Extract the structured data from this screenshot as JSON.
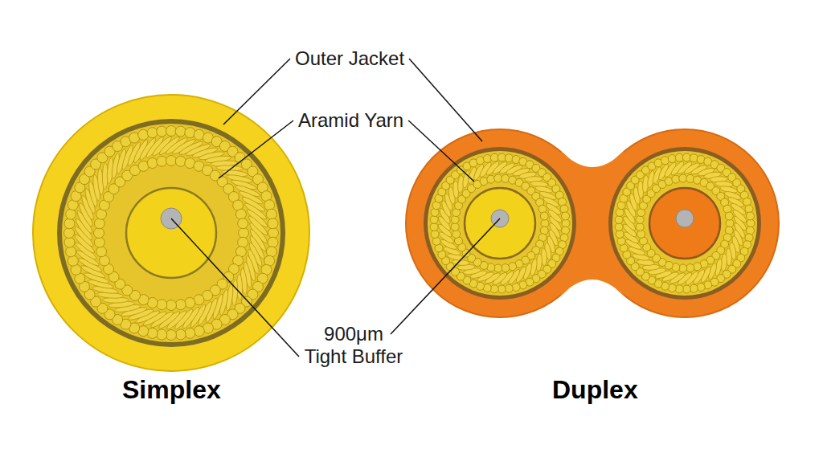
{
  "diagram": {
    "labels": [
      "Outer Jacket",
      "Aramid Yarn",
      "900μm Tight Buffer",
      "Simplex",
      "Duplex"
    ]
  }
}
